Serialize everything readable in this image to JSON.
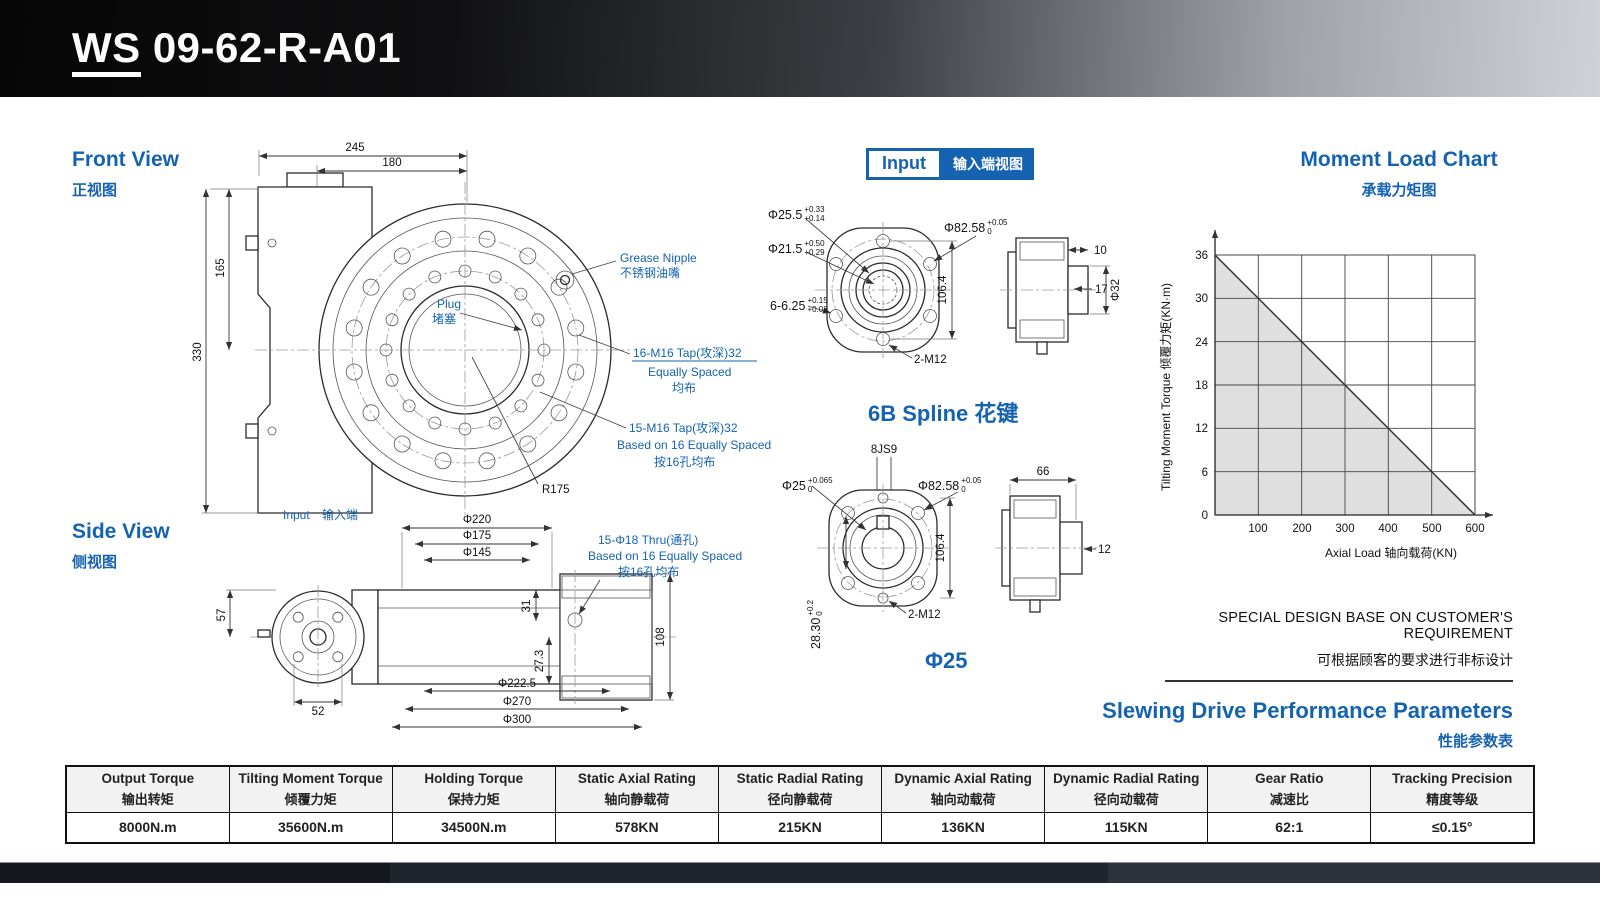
{
  "header": {
    "model_prefix": "WS",
    "model_number": "09-62-R-A01"
  },
  "accent_color": "#1563b0",
  "front_view": {
    "title_en": "Front View",
    "title_zh": "正视图",
    "dim_245": "245",
    "dim_180": "180",
    "dim_165": "165",
    "dim_330": "330",
    "grease_nipple_en": "Grease Nipple",
    "grease_nipple_zh": "不锈钢油嘴",
    "plug_en": "Plug",
    "plug_zh": "堵塞",
    "tap16_l1": "16-M16 Tap(攻深)32",
    "tap16_l2": "Equally Spaced",
    "tap16_l3": "均布",
    "tap15_l1": "15-M16 Tap(攻深)32",
    "tap15_l2": "Based on 16 Equally Spaced",
    "tap15_l3": "按16孔均布",
    "dim_r175": "R175",
    "input_label": "Input",
    "input_label_zh": "输入端"
  },
  "side_view": {
    "title_en": "Side View",
    "title_zh": "侧视图",
    "dim_phi220": "Φ220",
    "dim_phi175": "Φ175",
    "dim_phi145": "Φ145",
    "thru_l1": "15-Φ18 Thru(通孔)",
    "thru_l2": "Based on 16 Equally Spaced",
    "thru_l3": "按16孔均布",
    "dim_57": "57",
    "dim_52": "52",
    "dim_31": "31",
    "dim_27_3": "27.3",
    "dim_108": "108",
    "dim_phi222_5": "Φ222.5",
    "dim_phi270": "Φ270",
    "dim_phi300": "Φ300"
  },
  "input_views": {
    "badge_en": "Input",
    "badge_zh": "输入端视图",
    "spline6b": {
      "caption": "6B Spline 花键",
      "phi255": {
        "base": "Φ25.5",
        "sup": "+0.33",
        "sub": "+0.14"
      },
      "phi215": {
        "base": "Φ21.5",
        "sup": "+0.50",
        "sub": "+0.29"
      },
      "holes625": {
        "base": "6-6.25",
        "sup": "+0.15",
        "sub": "+0.08"
      },
      "phi8258": {
        "base": "Φ82.58",
        "sup": "+0.05",
        "sub": "0"
      },
      "dim_106_4": "106.4",
      "m12": "2-M12",
      "dim_10": "10",
      "dim_17": "17",
      "dim_phi32": "Φ32"
    },
    "spline25": {
      "caption": "Φ25",
      "key8js9": "8JS9",
      "phi25": {
        "base": "Φ25",
        "sup": "+0.065",
        "sub": "0"
      },
      "phi8258": {
        "base": "Φ82.58",
        "sup": "+0.05",
        "sub": "0"
      },
      "dim_106_4": "106.4",
      "dim_28_30": {
        "base": "28.30",
        "sup": "+0.2",
        "sub": "0"
      },
      "m12": "2-M12",
      "dim_66": "66",
      "dim_12": "12"
    }
  },
  "chart": {
    "title_en": "Moment Load Chart",
    "title_zh": "承载力矩图"
  },
  "chart_data": {
    "type": "line",
    "title": "Moment Load Chart 承载力矩图",
    "xlabel": "Axial Load 轴向载荷(KN)",
    "ylabel": "Tilting Moment Torque 倾覆力矩(KN·m)",
    "x": [
      0,
      600
    ],
    "y": [
      36,
      0
    ],
    "xticks": [
      "100",
      "200",
      "300",
      "400",
      "500",
      "600"
    ],
    "yticks": [
      "36",
      "30",
      "24",
      "18",
      "12",
      "6",
      "0"
    ],
    "xlim": [
      0,
      620
    ],
    "ylim": [
      0,
      37.5
    ],
    "grid": true,
    "legend": false,
    "area_under_line_shaded": true,
    "area_fill": "#d7d7d7"
  },
  "note": {
    "line_en": "SPECIAL DESIGN BASE ON CUSTOMER'S REQUIREMENT",
    "line_zh": "可根据顾客的要求进行非标设计"
  },
  "performance": {
    "title_en": "Slewing Drive Performance Parameters",
    "title_zh": "性能参数表",
    "columns": [
      {
        "en": "Output Torque",
        "zh": "输出转矩",
        "value": "8000N.m"
      },
      {
        "en": "Tilting Moment Torque",
        "zh": "倾覆力矩",
        "value": "35600N.m"
      },
      {
        "en": "Holding Torque",
        "zh": "保持力矩",
        "value": "34500N.m"
      },
      {
        "en": "Static Axial Rating",
        "zh": "轴向静载荷",
        "value": "578KN"
      },
      {
        "en": "Static Radial Rating",
        "zh": "径向静载荷",
        "value": "215KN"
      },
      {
        "en": "Dynamic Axial Rating",
        "zh": "轴向动载荷",
        "value": "136KN"
      },
      {
        "en": "Dynamic Radial Rating",
        "zh": "径向动载荷",
        "value": "115KN"
      },
      {
        "en": "Gear Ratio",
        "zh": "减速比",
        "value": "62:1"
      },
      {
        "en": "Tracking Precision",
        "zh": "精度等级",
        "value": "≤0.15°"
      }
    ]
  }
}
